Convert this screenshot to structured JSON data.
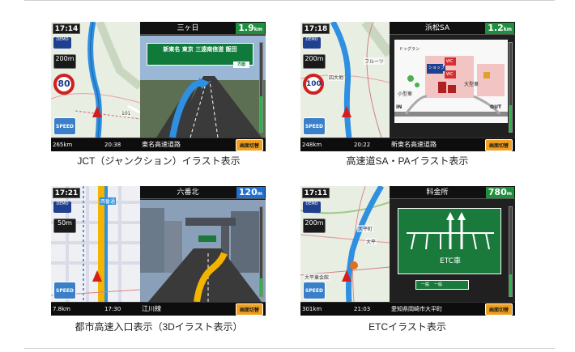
{
  "panels": [
    {
      "id": "jct",
      "time": "17:14",
      "demo": "DEMO",
      "scale": "200m",
      "speed_limit": "80",
      "speed_btn": "SPEED",
      "dist_km": "265km",
      "eta": "20:38",
      "road": "東名高速道路",
      "switch": "画面切替",
      "guide_name": "三ヶ日",
      "guide_dist": "1.9",
      "guide_unit": "km",
      "sign_text": "新東名 東京 三遠南信道 飯田",
      "sign_exit": "方面",
      "map_label": "101",
      "caption": "JCT（ジャンクション）イラスト表示"
    },
    {
      "id": "sa",
      "time": "17:18",
      "demo": "DEMO",
      "scale": "200m",
      "speed_limit": "100",
      "speed_btn": "SPEED",
      "dist_km": "248km",
      "eta": "20:22",
      "road": "新東名高速道路",
      "switch": "画面切替",
      "guide_name": "浜松SA",
      "guide_dist": "1.2",
      "guide_unit": "km",
      "map_label_1": "四大地",
      "map_label_2": "フルーツ",
      "sa_labels": {
        "shop": "ショップ",
        "wc": "WC",
        "small": "小型車",
        "large": "大型車",
        "in": "IN",
        "out": "OUT",
        "dog": "ドッグラン"
      },
      "caption": "高速道SA・PAイラスト表示"
    },
    {
      "id": "city",
      "time": "17:21",
      "demo": "DEMO",
      "scale": "50m",
      "speed_btn": "SPEED",
      "dist_km": "7.8km",
      "eta": "17:30",
      "road": "江川線",
      "switch": "画面切替",
      "guide_name": "六番北",
      "guide_dist": "120",
      "guide_unit": "m",
      "map_label": "西番通",
      "caption": "都市高速入口表示（3Dイラスト表示）"
    },
    {
      "id": "etc",
      "time": "17:11",
      "demo": "DEMO",
      "scale": "200m",
      "speed_btn": "SPEED",
      "dist_km": "301km",
      "eta": "21:03",
      "road": "愛知県岡崎市大平町",
      "switch": "画面切替",
      "guide_name": "料金所",
      "guide_dist": "780",
      "guide_unit": "m",
      "map_label_1": "大平町",
      "map_label_2": "大平",
      "map_label_3": "大平東会館",
      "etc_text": "ETC車",
      "gate_labels": [
        "一般",
        "一般"
      ],
      "caption": "ETCイラスト表示"
    }
  ],
  "colors": {
    "route_blue": "#2f8fe0",
    "route_yellow": "#f2b400",
    "dist_green": "#1e8f3c",
    "dist_blue": "#1f6fd0",
    "sign_green": "#0f7a3a",
    "switch_orange": "#f0a020"
  }
}
